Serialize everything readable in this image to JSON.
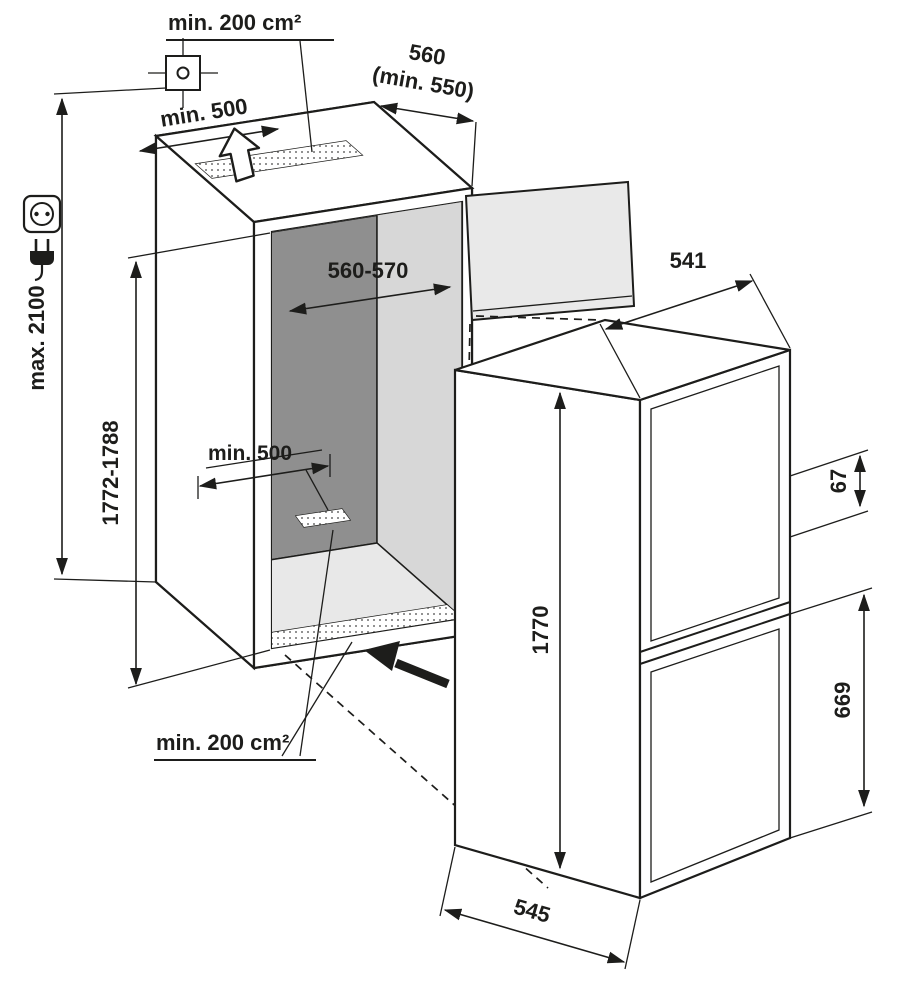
{
  "diagram": {
    "type": "appliance-installation-dimension-drawing",
    "labels": {
      "vent_top_area": "min. 200 cm²",
      "niche_depth": "560",
      "niche_depth_min": "(min. 550)",
      "top_clearance": "min. 500",
      "max_height": "max. 2100",
      "niche_height": "1772-1788",
      "niche_width": "560-570",
      "inner_min_width": "min. 500",
      "appliance_width": "541",
      "appliance_height": "1770",
      "upper_gap": "67",
      "lower_door_height": "669",
      "appliance_depth": "545",
      "vent_bottom_area": "min. 200 cm²"
    },
    "colors": {
      "ink": "#1d1d1b",
      "back_wall": "#8f8f8f",
      "side_wall": "#d7d7d7",
      "ceiling": "#c9c9c9",
      "floor": "#e8e8e8",
      "panel": "#e9e9e9"
    },
    "icons": {
      "junction_box": "junction-box-icon",
      "socket": "power-socket-icon",
      "plug": "power-plug-icon",
      "airflow_up": "airflow-up-arrow",
      "insertion": "insertion-arrow"
    }
  }
}
